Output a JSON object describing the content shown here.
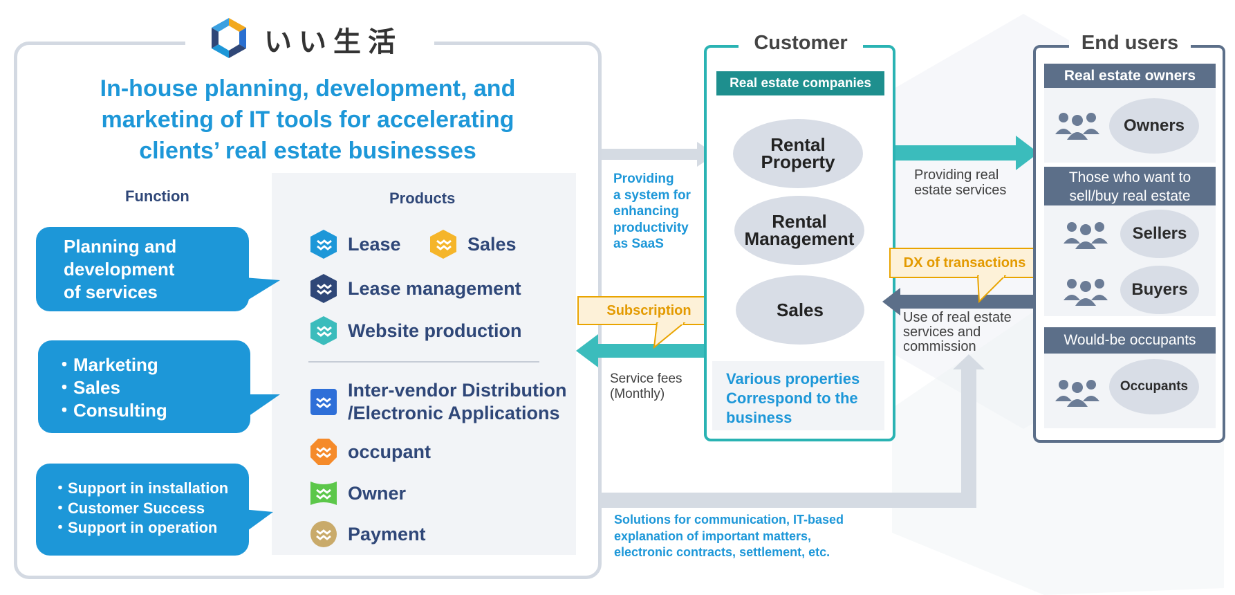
{
  "logo": {
    "text": "いい生活"
  },
  "headline": {
    "lines": [
      "In-house planning, development, and",
      "marketing of IT tools for accelerating",
      "clients’ real estate businesses"
    ]
  },
  "functions": {
    "title": "Function",
    "bubbles": [
      {
        "lines": [
          "Planning and",
          "development",
          "of services"
        ]
      },
      {
        "lines": [
          "・Marketing",
          "・Sales",
          "・Consulting"
        ]
      },
      {
        "lines": [
          "・Support in installation",
          "・Customer Success",
          "・Support in operation"
        ]
      }
    ]
  },
  "products": {
    "title": "Products",
    "items": [
      {
        "label": "Lease",
        "color": "#1d97d8",
        "icon": "hexagon-brand-icon"
      },
      {
        "label": "Sales",
        "color": "#f5b52a",
        "icon": "hexagon-brand-icon"
      },
      {
        "label": "Lease management",
        "color": "#2f4778",
        "icon": "hexagon-brand-icon"
      },
      {
        "label": "Website production",
        "color": "#3bbcbc",
        "icon": "hexagon-brand-icon"
      },
      {
        "label_lines": [
          "Inter-vendor Distribution",
          "/Electronic Applications"
        ],
        "color": "#2e6fd8",
        "icon": "square-brand-icon"
      },
      {
        "label": "occupant",
        "color": "#f58a2a",
        "icon": "octagon-brand-icon"
      },
      {
        "label": "Owner",
        "color": "#5cc74a",
        "icon": "flag-brand-icon"
      },
      {
        "label": "Payment",
        "color": "#c9aa6a",
        "icon": "circle-brand-icon"
      }
    ]
  },
  "flows": {
    "saas_lines": [
      "Providing",
      "a system for",
      "enhancing",
      "productivity",
      "as SaaS"
    ],
    "subscription": "Subscription",
    "service_fees_lines": [
      "Service fees",
      "(Monthly)"
    ],
    "solutions_lines": [
      "Solutions for communication, IT-based",
      "explanation of important matters,",
      "electronic contracts, settlement, etc."
    ],
    "providing_lines": [
      "Providing real",
      "estate services"
    ],
    "dx": "DX of transactions",
    "use_lines": [
      "Use of real estate",
      "services and",
      "commission"
    ]
  },
  "customer": {
    "title": "Customer",
    "band": "Real estate companies",
    "ellipses": [
      {
        "lines": [
          "Rental",
          "Property"
        ]
      },
      {
        "lines": [
          "Rental",
          "Management"
        ]
      },
      {
        "lines": [
          "Sales"
        ]
      }
    ],
    "various_lines": [
      "Various properties",
      "Correspond to the",
      "business"
    ]
  },
  "end_users": {
    "title": "End users",
    "groups": [
      {
        "band": "Real estate owners",
        "items": [
          "Owners"
        ]
      },
      {
        "band_lines": [
          "Those who want to",
          "sell/buy real estate"
        ],
        "items": [
          "Sellers",
          "Buyers"
        ]
      },
      {
        "band": "Would-be occupants",
        "items": [
          "Occupants"
        ]
      }
    ]
  },
  "colors": {
    "accent_blue": "#1d97d8",
    "navy": "#2f4778",
    "teal": "#2ab3b3",
    "teal_dark": "#1e8f8e",
    "slate": "#5c6f89",
    "callout_orange": "#e9a400"
  }
}
